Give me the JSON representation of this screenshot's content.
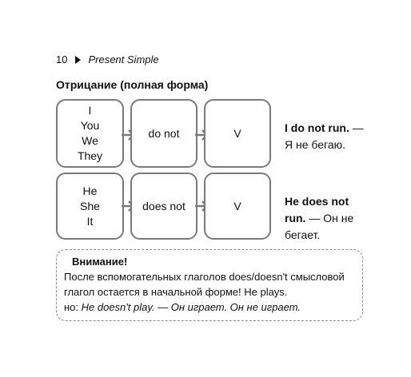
{
  "header": {
    "page_number": "10",
    "title": "Present Simple"
  },
  "section_title": "Отрицание (полная форма)",
  "row1": {
    "pronouns": [
      "I",
      "You",
      "We",
      "They"
    ],
    "aux": "do not",
    "verb": "V",
    "example_bold": "I do not run.",
    "example_rest": " — Я не бегаю."
  },
  "row2": {
    "pronouns": [
      "He",
      "She",
      "It"
    ],
    "aux": "does not",
    "verb": "V",
    "example_bold": "He does not run.",
    "example_rest": " — Он не бегает."
  },
  "note": {
    "title": "Внимание!",
    "text_main": "После вспомогательных глаголов does/doesn't смысловой глагол остается в начальной форме! He plays.",
    "text_prefix": "но: ",
    "text_italic": "He doesn't play. — Он играет. Он не играет."
  }
}
